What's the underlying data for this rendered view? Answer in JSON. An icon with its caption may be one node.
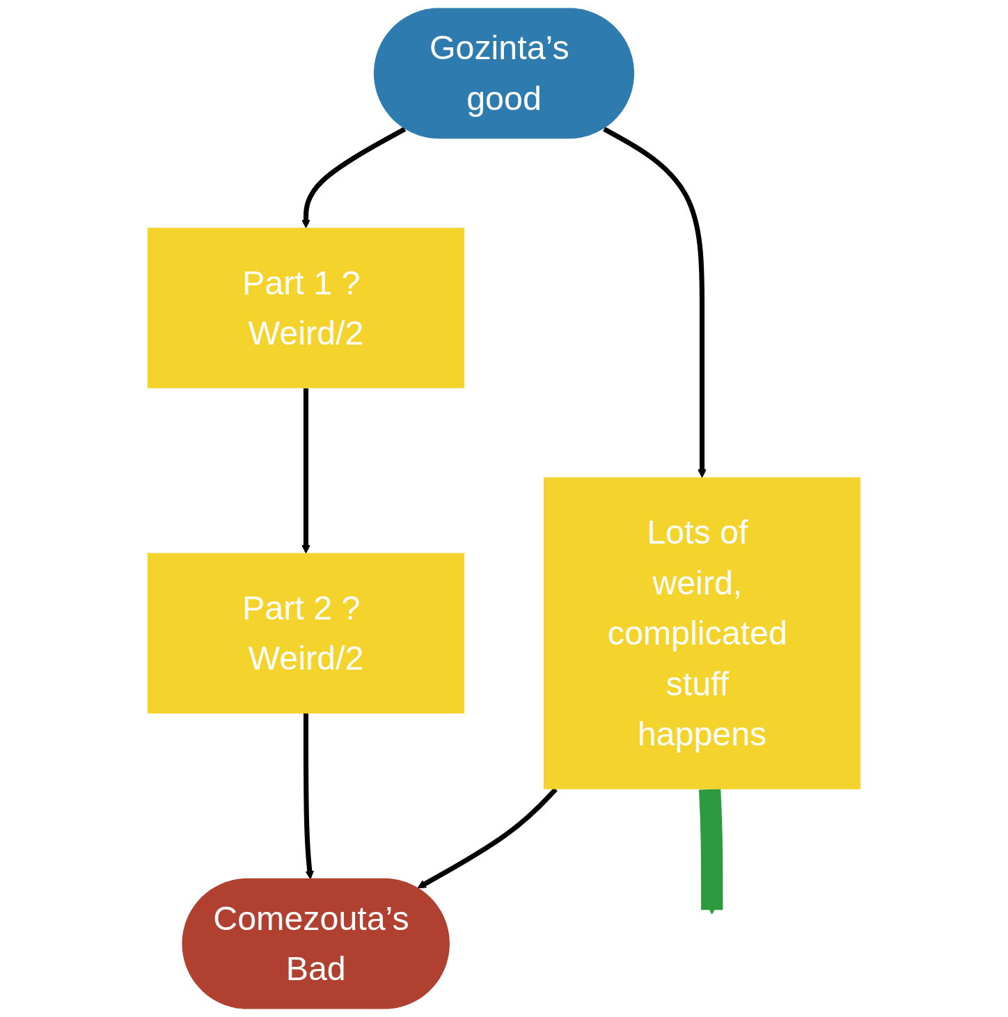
{
  "diagram": {
    "nodes": [
      {
        "text": [
          "Gozinta’s good"
        ]
      },
      {
        "text": [
          "Lots of weird, complicated stuff happens"
        ]
      },
      {
        "text": [
          "Part 1 ? Weird/2"
        ]
      },
      {
        "text": [
          "Part 2 ? Weird/2"
        ]
      },
      {
        "text": [
          "Comezouta’s Bad"
        ]
      }
    ],
    "edges": [
      {
        "from": 0,
        "to": 1,
        "arrow": "to"
      },
      {
        "from": 0,
        "to": 2,
        "arrow": "to"
      },
      {
        "from": 2,
        "to": 3,
        "arrow": "to"
      },
      {
        "from": 1,
        "to": 4,
        "arrow": "to"
      },
      {
        "from": 3,
        "to": 4,
        "arrow": "to"
      },
      {
        "from": 1,
        "to": null,
        "arrow": "to",
        "style": "thick",
        "color": "#2e9a40"
      }
    ]
  }
}
